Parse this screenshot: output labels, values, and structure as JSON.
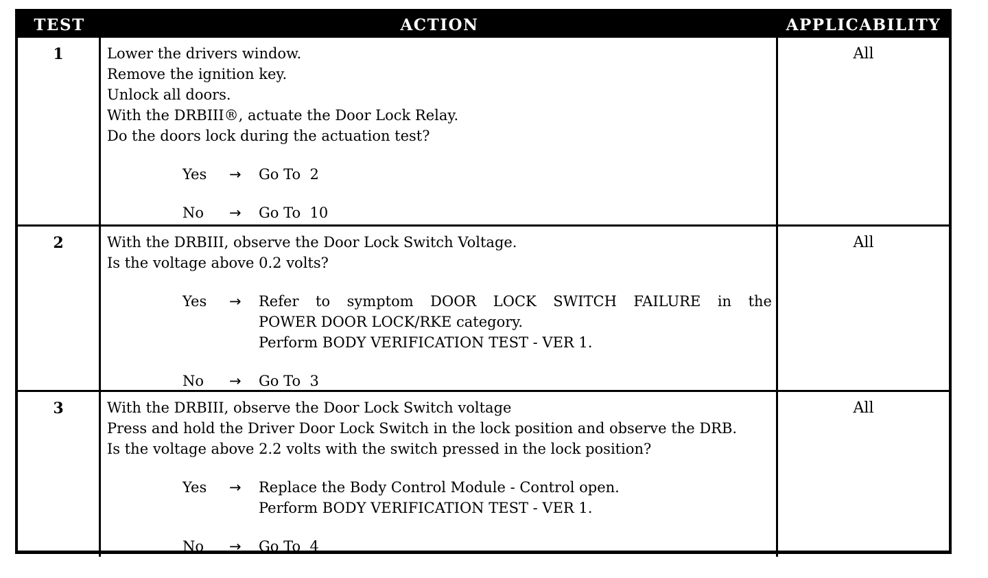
{
  "colors": {
    "page_bg": "#ffffff",
    "header_bg": "#000000",
    "header_fg": "#ffffff",
    "border": "#000000",
    "text": "#000000"
  },
  "table": {
    "header": {
      "test": "TEST",
      "action": "ACTION",
      "applicability": "APPLICABILITY"
    },
    "rows": [
      {
        "test": "1",
        "applicability": "All",
        "action_lines": [
          "Lower the drivers window.",
          "Remove the ignition key.",
          "Unlock all doors.",
          "With the DRBIII®, actuate the Door Lock Relay.",
          "Do the doors lock during the actuation test?"
        ],
        "decisions": [
          {
            "answer": "Yes",
            "arrow": "→",
            "lines": [
              "Go To  2"
            ]
          },
          {
            "answer": "No",
            "arrow": "→",
            "lines": [
              "Go To  10"
            ]
          }
        ]
      },
      {
        "test": "2",
        "applicability": "All",
        "action_lines": [
          "With the DRBIII, observe the Door Lock Switch Voltage.",
          "Is the voltage above 0.2 volts?"
        ],
        "decisions": [
          {
            "answer": "Yes",
            "arrow": "→",
            "lines": [
              "Refer to symptom DOOR LOCK SWITCH FAILURE in the",
              "POWER DOOR LOCK/RKE category.",
              "Perform BODY VERIFICATION TEST - VER 1."
            ]
          },
          {
            "answer": "No",
            "arrow": "→",
            "lines": [
              "Go To  3"
            ]
          }
        ]
      },
      {
        "test": "3",
        "applicability": "All",
        "action_lines": [
          "With the DRBIII, observe the Door Lock Switch voltage",
          "Press and hold the Driver Door Lock Switch in the lock position and observe the DRB.",
          "Is the voltage above 2.2 volts with the switch pressed in the lock position?"
        ],
        "decisions": [
          {
            "answer": "Yes",
            "arrow": "→",
            "lines": [
              "Replace the Body Control Module - Control open.",
              "Perform BODY VERIFICATION TEST - VER 1."
            ]
          },
          {
            "answer": "No",
            "arrow": "→",
            "lines": [
              "Go To  4"
            ]
          }
        ]
      }
    ]
  }
}
